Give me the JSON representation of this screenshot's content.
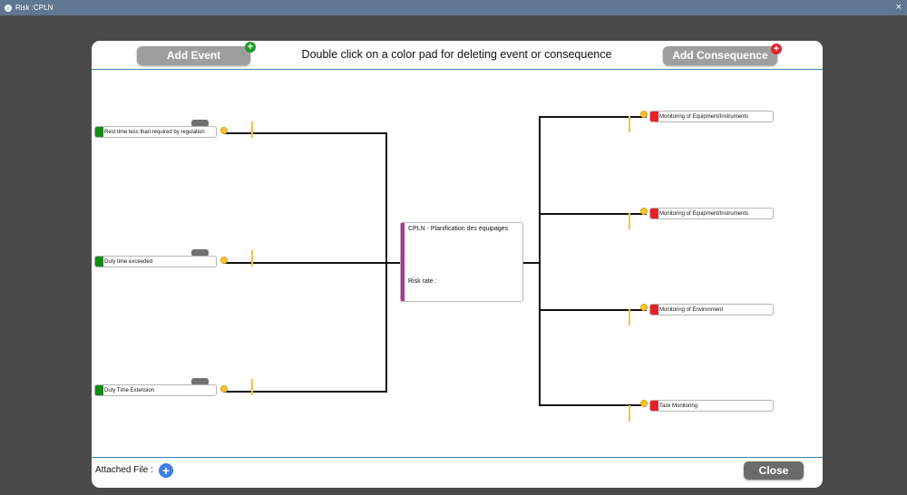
{
  "window": {
    "title": "Risk :CPLN",
    "close_glyph": "×"
  },
  "header": {
    "add_event_label": "Add Event",
    "add_consequence_label": "Add Consequence",
    "instruction": "Double click on a color pad for deleting event or consequence",
    "plus_glyph": "+"
  },
  "events": [
    {
      "label": "Rest time less than required by regulation"
    },
    {
      "label": "Duty time exceeded"
    },
    {
      "label": "Duty Time Extension"
    }
  ],
  "risk": {
    "title": "CPLN - Planification des équipages",
    "rate_label": "Risk rate :"
  },
  "consequences": [
    {
      "label": "Monitoring of Equipment/Instruments"
    },
    {
      "label": "Monitoring of Equipment/Instruments"
    },
    {
      "label": "Monitoring of Environment"
    },
    {
      "label": "Task Monitoring"
    }
  ],
  "footer": {
    "attached_label": "Attached File :",
    "attach_glyph": "+",
    "close_label": "Close"
  },
  "colors": {
    "titlebar": "#617791",
    "event_pad": "#158a17",
    "consequence_pad": "#e3222a",
    "risk_bar": "#b5309a",
    "accent_line": "#3a7fb8"
  }
}
